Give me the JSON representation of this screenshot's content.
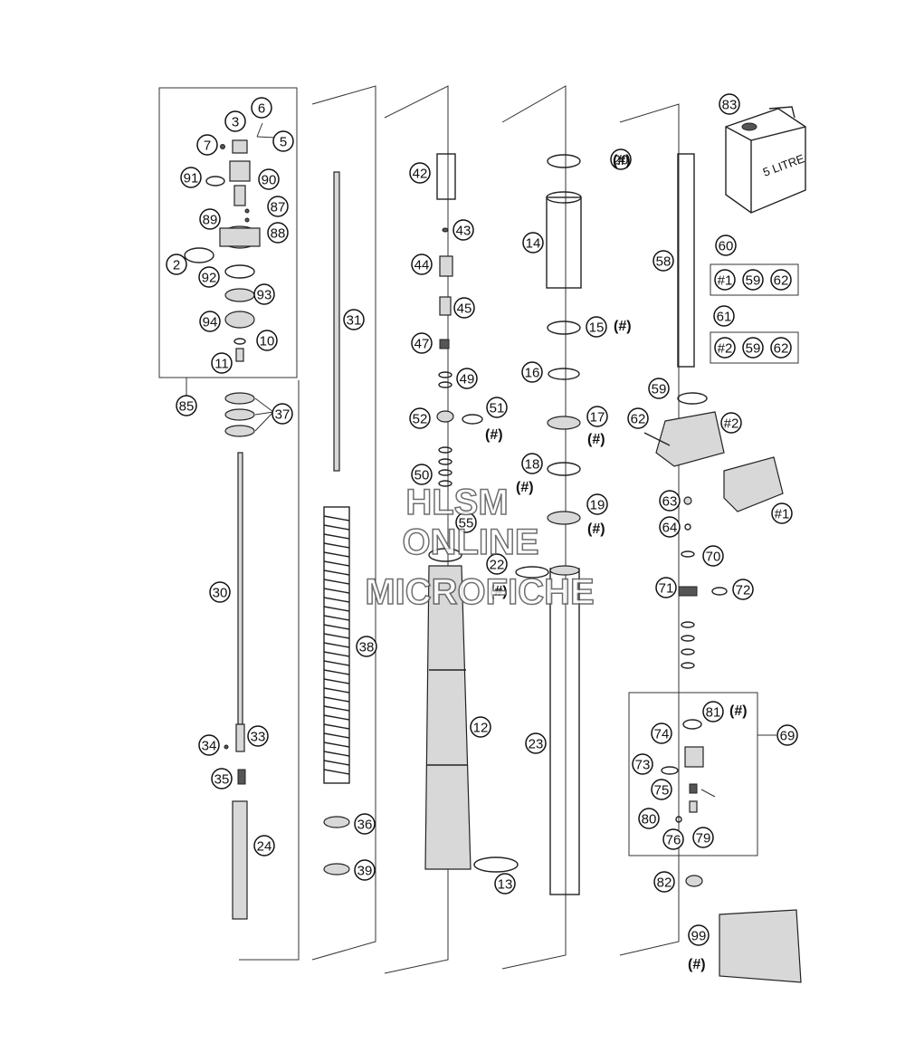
{
  "watermark": {
    "line1": "HLSM",
    "line2": "ONLINE",
    "line3": "MICROFICHE"
  },
  "can_label": "5 LITRE",
  "hash_mark": "(#)",
  "callouts": [
    "6",
    "3",
    "7",
    "5",
    "91",
    "90",
    "87",
    "89",
    "88",
    "2",
    "92",
    "93",
    "94",
    "10",
    "11",
    "85",
    "37",
    "31",
    "42",
    "43",
    "44",
    "45",
    "47",
    "49",
    "52",
    "51",
    "50",
    "55",
    "20",
    "14",
    "15",
    "16",
    "17",
    "18",
    "19",
    "22",
    "12",
    "23",
    "13",
    "58",
    "83",
    "60",
    "61",
    "59",
    "62",
    "63",
    "64",
    "70",
    "71",
    "72",
    "81",
    "74",
    "73",
    "75",
    "80",
    "76",
    "79",
    "82",
    "69",
    "99",
    "30",
    "34",
    "33",
    "35",
    "24",
    "38",
    "36",
    "39"
  ],
  "kit_60": {
    "number": "60",
    "items": [
      "#1",
      "59",
      "62"
    ]
  },
  "kit_61": {
    "number": "61",
    "items": [
      "#2",
      "59",
      "62"
    ]
  },
  "variant_labels": [
    "#2",
    "#1"
  ]
}
